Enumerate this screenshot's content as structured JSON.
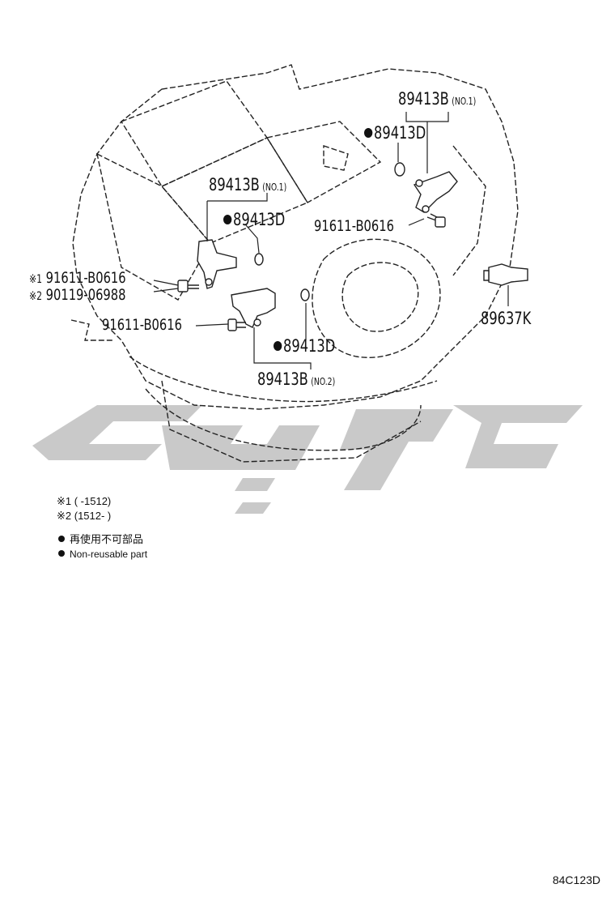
{
  "callouts": {
    "top_right_main": "89413B",
    "top_right_sub": "(NO.1)",
    "top_right_oring": "89413D",
    "top_right_bolt": "91611-B0616",
    "center_main": "89413B",
    "center_sub": "(NO.1)",
    "center_oring": "89413D",
    "left_bolt_1_mark": "※1",
    "left_bolt_1": "91611-B0616",
    "left_bolt_2_mark": "※2",
    "left_bolt_2": "90119-06988",
    "lower_bolt": "91611-B0616",
    "lower_oring": "89413D",
    "lower_main": "89413B",
    "lower_sub": "(NO.2)",
    "right_sensor": "89637K"
  },
  "notes": {
    "note1": "※1 (      -1512)",
    "note2": "※2 (1512-      )",
    "legend_jp": "再使用不可部品",
    "legend_en": "Non-reusable part"
  },
  "figure_ref": "84C123D",
  "colors": {
    "watermark": "#c8c8c8",
    "line": "#222222"
  }
}
